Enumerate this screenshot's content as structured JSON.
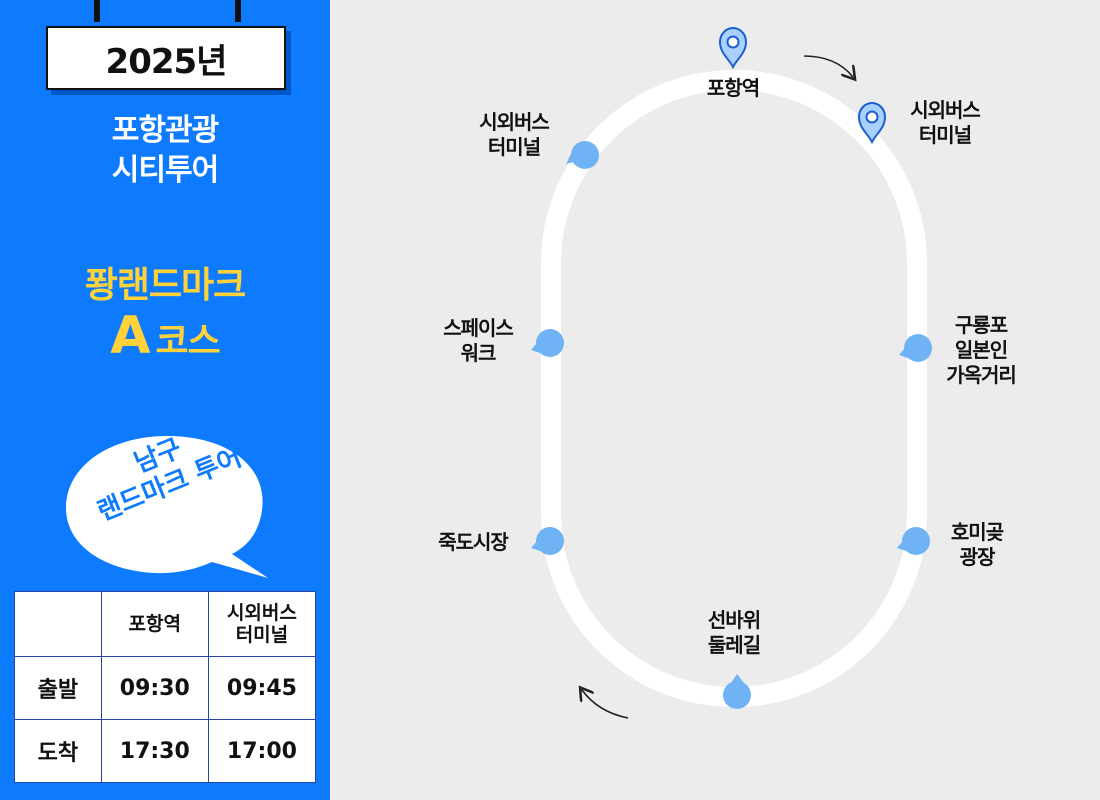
{
  "header": {
    "year": "2025년",
    "title_line1": "포항관광",
    "title_line2": "시티투어",
    "course_line1": "퐝랜드마크",
    "course_letter": "A",
    "course_suffix": "코스"
  },
  "bubble": {
    "line1": "남구",
    "line2": "랜드마크 투어"
  },
  "schedule": {
    "columns": [
      "",
      "포항역",
      "시외버스\n터미널"
    ],
    "rows": [
      {
        "label": "출발",
        "values": [
          "09:30",
          "09:45"
        ]
      },
      {
        "label": "도착",
        "values": [
          "17:30",
          "17:00"
        ]
      }
    ]
  },
  "route": {
    "stops": [
      {
        "id": "pohang-station",
        "name": "포항역",
        "type": "pin"
      },
      {
        "id": "bus-terminal-pin",
        "name": "시외버스\n터미널",
        "type": "pin"
      },
      {
        "id": "guryongpo",
        "name": "구룡포\n일본인\n가옥거리",
        "type": "dot"
      },
      {
        "id": "homigot",
        "name": "호미곶\n광장",
        "type": "dot"
      },
      {
        "id": "seonbawi",
        "name": "선바위\n둘레길",
        "type": "dot"
      },
      {
        "id": "jukdo",
        "name": "죽도시장",
        "type": "dot"
      },
      {
        "id": "spacewalk",
        "name": "스페이스\n워크",
        "type": "dot"
      },
      {
        "id": "bus-terminal-dot",
        "name": "시외버스\n터미널",
        "type": "dot"
      }
    ]
  },
  "colors": {
    "panel_blue": "#0e7bff",
    "accent_yellow": "#ffd23a",
    "dot_blue": "#6fb3f5",
    "pin_blue": "#1a7ef0",
    "track_white": "#ffffff"
  }
}
